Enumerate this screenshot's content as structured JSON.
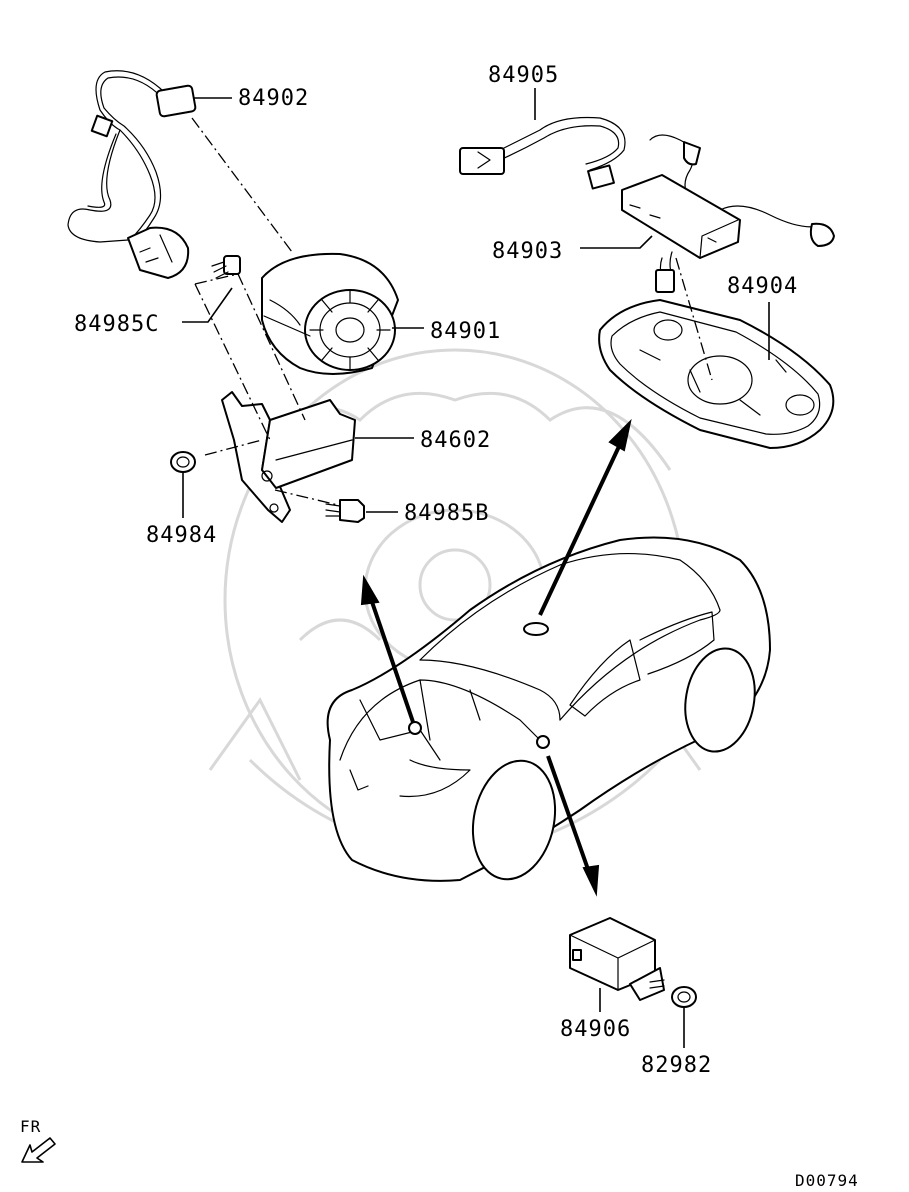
{
  "diagram": {
    "part_labels": {
      "p84902": "84902",
      "p84905": "84905",
      "p84903": "84903",
      "p84904": "84904",
      "p84985C": "84985C",
      "p84901": "84901",
      "p84602": "84602",
      "p84984": "84984",
      "p84985B": "84985B",
      "p84906": "84906",
      "p82982": "82982"
    },
    "orientation_label": "FR",
    "diagram_code": "D00794"
  }
}
